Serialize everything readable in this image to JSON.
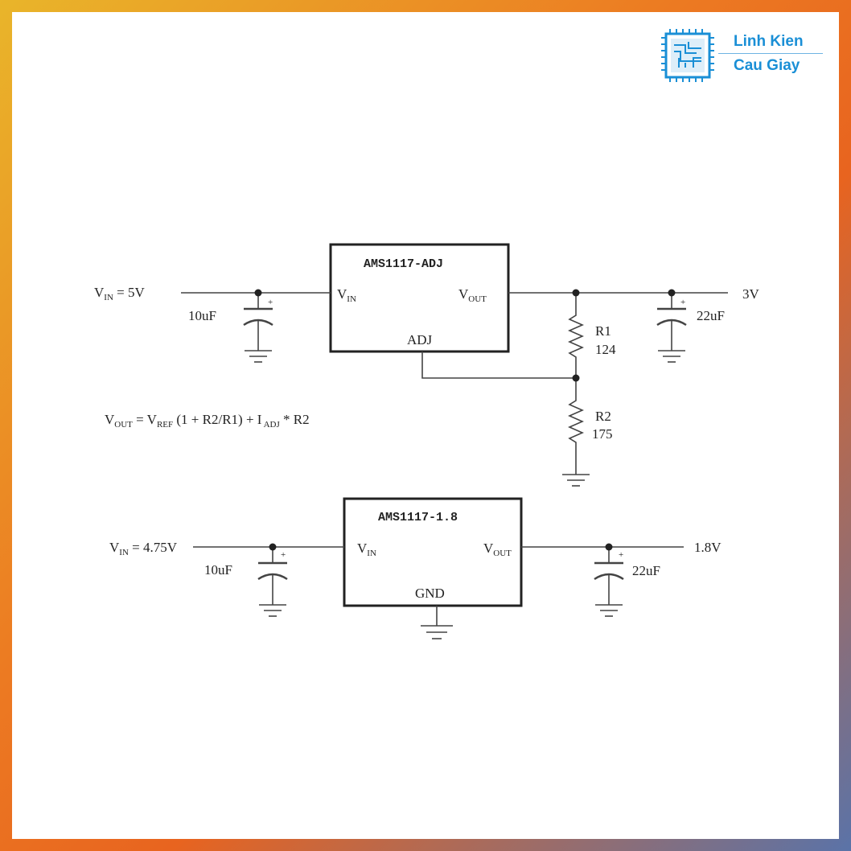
{
  "brand": {
    "line1": "Linh Kien",
    "line2": "Cau Giay",
    "color": "#1a8fd6",
    "icon": "circuit-chip-icon"
  },
  "circuit_top": {
    "chip_name": "AMS1117-ADJ",
    "pin_vin": "V",
    "pin_vin_sub": "IN",
    "pin_vout": "V",
    "pin_vout_sub": "OUT",
    "pin_adj": "ADJ",
    "input_v": "V",
    "input_v_sub": "IN",
    "input_value": " = 5V",
    "output_value": "3V",
    "cap_in": "10uF",
    "cap_out": "22uF",
    "r1_name": "R1",
    "r1_value": "124",
    "r2_name": "R2",
    "r2_value": "175",
    "plus": "+"
  },
  "formula": {
    "v": "V",
    "out_sub": "OUT",
    "eq": " = V",
    "ref_sub": "REF",
    "mid": " (1 + R2/R1) + I",
    "adj_sub": " ADJ",
    "tail": " * R2"
  },
  "circuit_bottom": {
    "chip_name": "AMS1117-1.8",
    "pin_vin": "V",
    "pin_vin_sub": "IN",
    "pin_vout": "V",
    "pin_vout_sub": "OUT",
    "pin_gnd": "GND",
    "input_v": "V",
    "input_v_sub": "IN",
    "input_value": " = 4.75V",
    "output_value": "1.8V",
    "cap_in": "10uF",
    "cap_out": "22uF",
    "plus": "+"
  }
}
